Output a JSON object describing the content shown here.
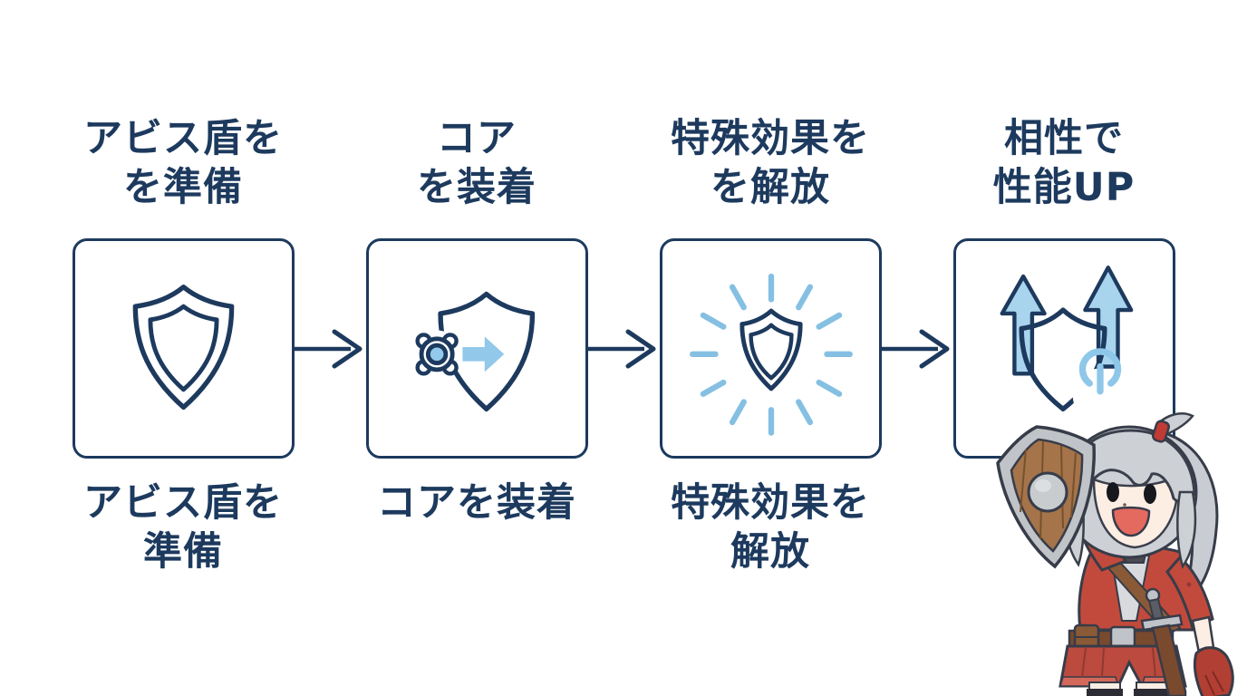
{
  "colors": {
    "navy": "#1d3a5e",
    "light_blue": "#8ec7e9",
    "background": "#ffffff"
  },
  "steps": [
    {
      "title_line1": "アビス盾を",
      "title_line2": "を準備",
      "caption_line1": "アビス盾を",
      "caption_line2": "準備",
      "icon": "shield-outline-icon"
    },
    {
      "title_line1": "コア",
      "title_line2": "を装着",
      "caption_line1": "コアを装着",
      "caption_line2": "",
      "icon": "shield-core-insert-icon"
    },
    {
      "title_line1": "特殊効果を",
      "title_line2": "を解放",
      "caption_line1": "特殊効果を",
      "caption_line2": "解放",
      "icon": "shield-radiance-icon"
    },
    {
      "title_line1": "相性で",
      "title_line2": "性能UP",
      "caption_line1": "",
      "caption_line2": "",
      "icon": "shield-power-up-icon"
    }
  ],
  "character": {
    "name": "adventurer-girl-with-wooden-shield"
  }
}
